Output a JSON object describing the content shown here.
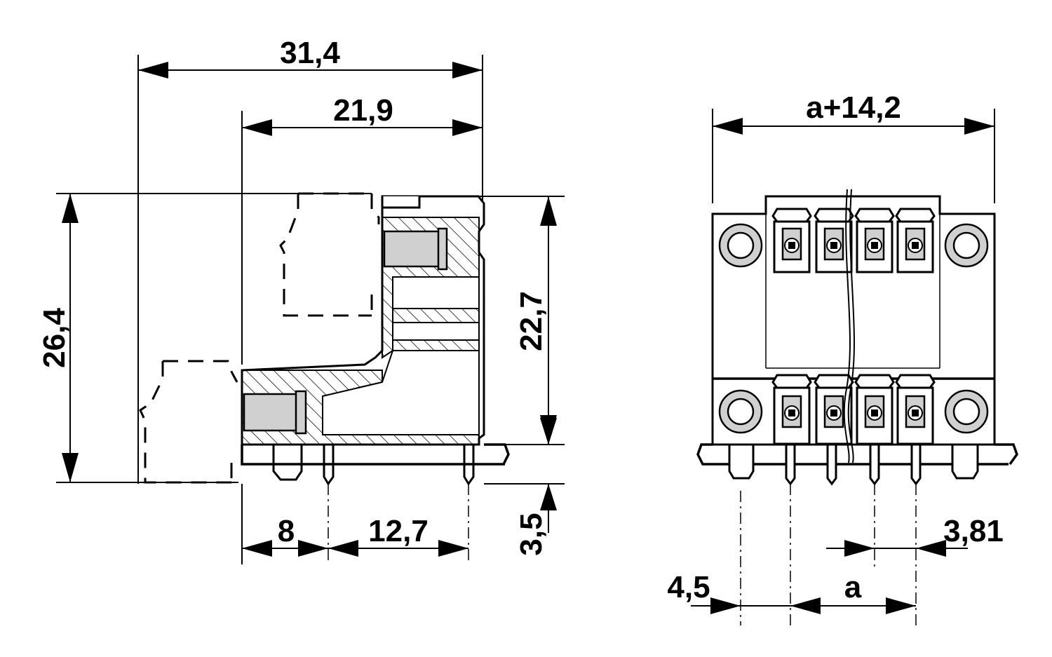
{
  "side_view": {
    "dim_overall_width": "31,4",
    "dim_body_width": "21,9",
    "dim_overall_height": "26,4",
    "dim_body_height": "22,7",
    "dim_pin_length": "3,5",
    "dim_pin_offset": "8",
    "dim_pin_pitch_side": "12,7"
  },
  "front_view": {
    "dim_total_width": "a+14,2",
    "dim_pitch": "3,81",
    "dim_edge_offset": "4,5",
    "dim_span": "a"
  }
}
